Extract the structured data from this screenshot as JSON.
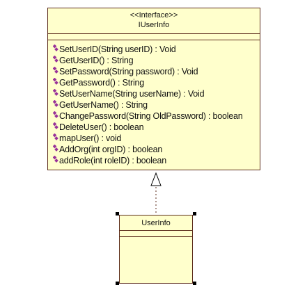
{
  "interface": {
    "stereotype": "<<Interface>>",
    "name": "IUserInfo",
    "operations": [
      "SetUserID(String userID) : Void",
      "GetUserID() : String",
      "SetPassword(String password) : Void",
      "GetPassword() : String",
      "SetUserName(String userName) : Void",
      "GetUserName() : String",
      "ChangePassword(String OldPassword) : boolean",
      "DeleteUser() : boolean",
      "mapUser() : void",
      "AddOrg(int orgID) : boolean",
      "addRole(int roleID) : boolean"
    ]
  },
  "class": {
    "name": "UserInfo"
  },
  "colors": {
    "box_fill": "#ffffcc",
    "box_border": "#5a2a1a",
    "operation_icon": "#993399"
  },
  "icons": {
    "operation": "operation-icon",
    "realization_arrow": "hollow-triangle-arrow-icon"
  }
}
